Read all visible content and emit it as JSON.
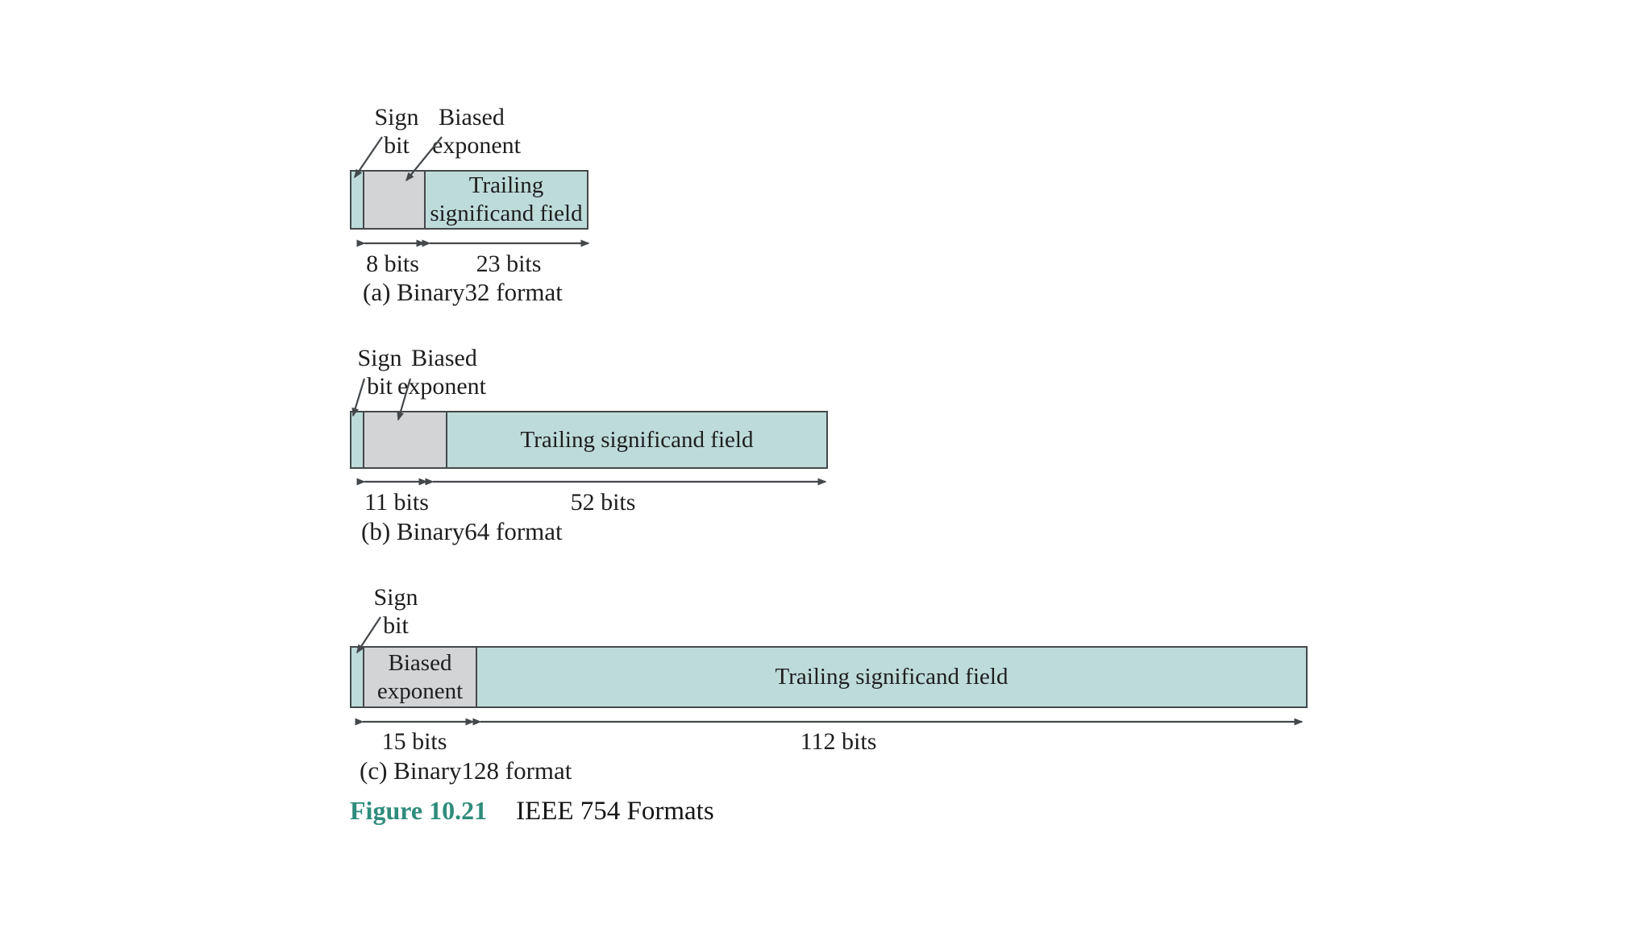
{
  "colors": {
    "significand_teal": "#bddbd9",
    "exponent_gray": "#d2d4d5",
    "border": "#44484b",
    "caption_accent": "#2f8c7c",
    "text": "#1e1e1e"
  },
  "figure": {
    "number_label": "Figure 10.21",
    "title": "IEEE 754 Formats"
  },
  "formats": [
    {
      "caption": "(a) Binary32 format",
      "sign_line1": "Sign",
      "sign_line2": "bit",
      "exp_line1": "Biased",
      "exp_line2": "exponent",
      "sig_line1": "Trailing",
      "sig_line2": "significand field",
      "exponent_bits": "8 bits",
      "significand_bits": "23 bits"
    },
    {
      "caption": "(b) Binary64 format",
      "sign_line1": "Sign",
      "sign_line2": "bit",
      "exp_line1": "Biased",
      "exp_line2": "exponent",
      "sig_line1": "Trailing significand field",
      "exponent_bits": "11 bits",
      "significand_bits": "52 bits"
    },
    {
      "caption": "(c) Binary128 format",
      "sign_line1": "Sign",
      "sign_line2": "bit",
      "exp_line1": "Biased",
      "exp_line2": "exponent",
      "sig_line1": "Trailing significand field",
      "exponent_bits": "15 bits",
      "significand_bits": "112 bits"
    }
  ]
}
